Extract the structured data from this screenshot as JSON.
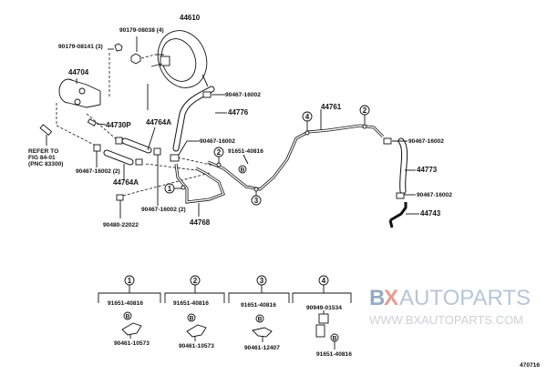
{
  "diagram_id": "470716",
  "watermark": {
    "brand": "BXAUTOPARTS",
    "text1": "AUTOPARTS",
    "text2": "WWW.BXAUTOPARTS.COM",
    "brand_colors": {
      "b": "#6f8fb0",
      "x": "#e07a6a"
    }
  },
  "labels": {
    "booster": "44610",
    "booster_nut": "90179-08038 (4)",
    "pump_nut": "90179-08141 (3)",
    "vacuum_pump": "44704",
    "clip_top": "90467-16002",
    "hose_44776": "44776",
    "check_valve": "44730P",
    "hose_44764a_upper": "44764A",
    "clip_mid": "90467-16002",
    "clamp_bolt": "91651-40816",
    "refer_1": "REFER TO",
    "refer_2": "FIG 84-01",
    "refer_3": "(PNC 83300)",
    "clip_left": "90467-16002 (2)",
    "hose_44764a_lower": "44764A",
    "clip_low": "90467-16002 (2)",
    "pipe_44768": "44768",
    "plug": "90480-22022",
    "pipe_44761": "44761",
    "clip_right_top": "90467-16002",
    "hose_44773": "44773",
    "clip_right_bottom": "90467-16002",
    "union_44743": "44743",
    "bolt_symbol": "B"
  },
  "callouts": [
    "1",
    "2",
    "3",
    "4"
  ],
  "detail_groups": [
    {
      "id": "1",
      "bolt": "91651-40816",
      "clamp": "90461-10573"
    },
    {
      "id": "2",
      "bolt": "91651-40816",
      "clamp": "90461-10573"
    },
    {
      "id": "3",
      "bolt": "91651-40816",
      "clamp": "90461-12407"
    },
    {
      "id": "4",
      "bolt": "91651-40816",
      "clamp": "90949-01534"
    }
  ]
}
